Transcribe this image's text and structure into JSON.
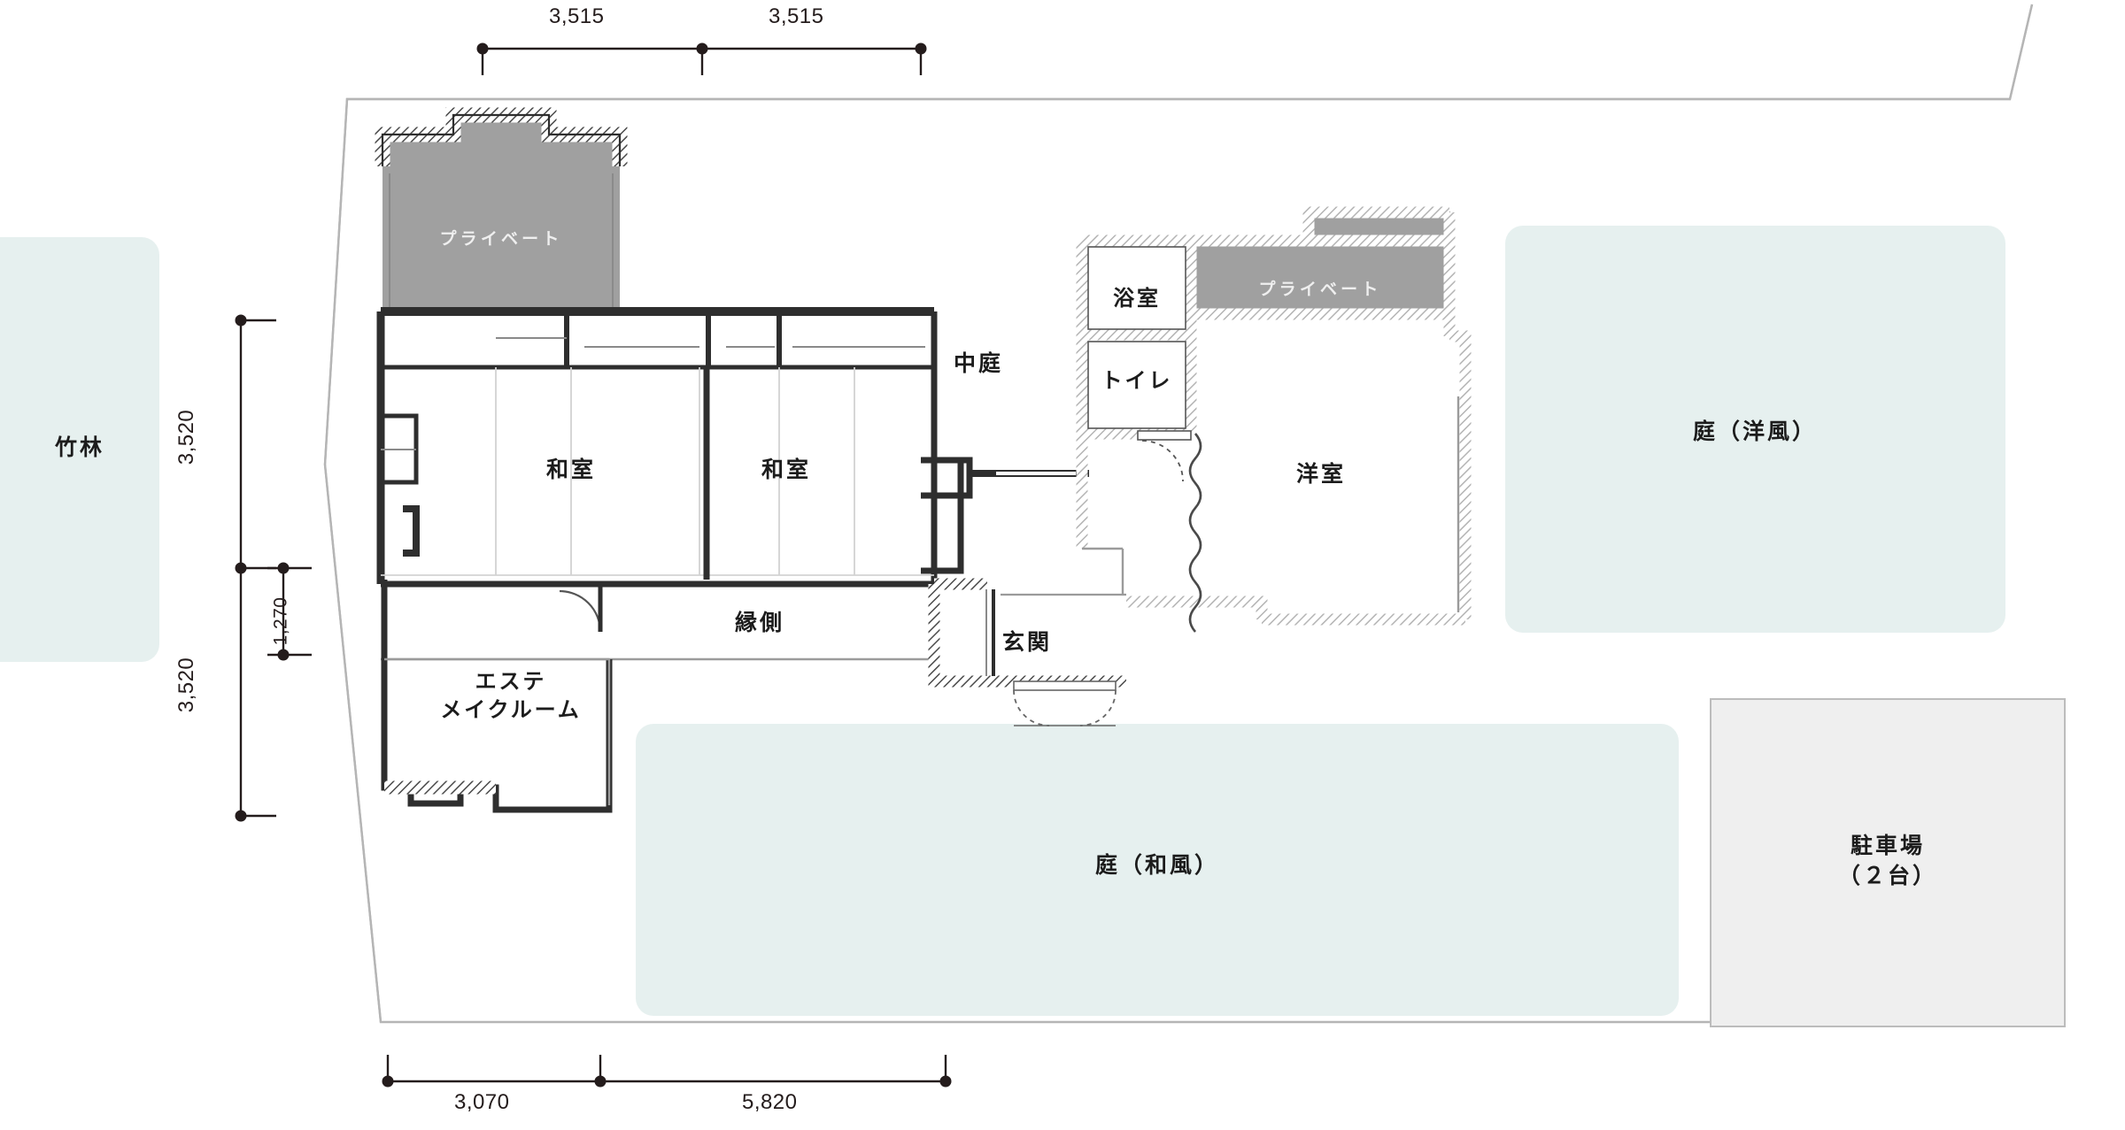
{
  "plan": {
    "title": "residential-floor-plan",
    "colors": {
      "garden_fill": "#e6f0ef",
      "parking_fill": "#efefef",
      "parking_stroke": "#b9b9b9",
      "private_fill": "#a0a0a0",
      "wall_dark": "#3b3b3b",
      "wall_light": "#bdbdbd",
      "site_line": "#b5b5b5",
      "dim_line": "#241c1c",
      "text": "#1c1c1c"
    },
    "rooms": [
      {
        "id": "private-top",
        "label": "プライベート"
      },
      {
        "id": "private-right",
        "label": "プライベート"
      },
      {
        "id": "washitsu-left",
        "label": "和室"
      },
      {
        "id": "washitsu-right",
        "label": "和室"
      },
      {
        "id": "bathroom",
        "label": "浴室"
      },
      {
        "id": "toilet",
        "label": "トイレ"
      },
      {
        "id": "yoshitsu",
        "label": "洋室"
      },
      {
        "id": "nakaniwa",
        "label": "中庭"
      },
      {
        "id": "engawa",
        "label": "縁側"
      },
      {
        "id": "genkan",
        "label": "玄関"
      },
      {
        "id": "este-make-room",
        "label": "エステ\nメイクルーム"
      }
    ],
    "areas": [
      {
        "id": "chikurin",
        "label": "竹林"
      },
      {
        "id": "garden-west",
        "label": "庭（洋風）"
      },
      {
        "id": "garden-jp",
        "label": "庭（和風）"
      },
      {
        "id": "parking",
        "label": "駐車場\n（２台）"
      }
    ],
    "dimensions": {
      "top": [
        {
          "id": "top-1",
          "value": "3,515"
        },
        {
          "id": "top-2",
          "value": "3,515"
        }
      ],
      "left": [
        {
          "id": "left-1",
          "value": "3,520"
        },
        {
          "id": "left-2",
          "value": "3,520"
        }
      ],
      "inner": [
        {
          "id": "inner-1",
          "value": "1,270"
        }
      ],
      "bottom": [
        {
          "id": "bottom-1",
          "value": "3,070"
        },
        {
          "id": "bottom-2",
          "value": "5,820"
        }
      ]
    }
  }
}
